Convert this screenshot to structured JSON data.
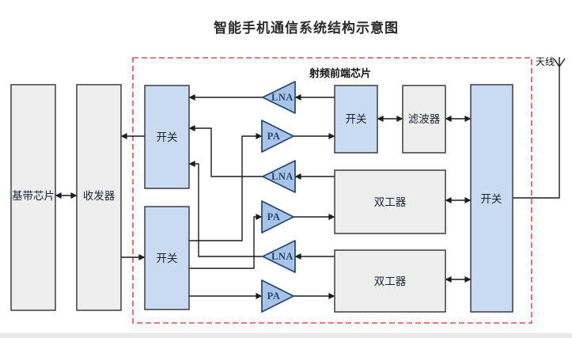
{
  "title": "智能手机通信系统结构示意图",
  "rf_frontend": {
    "label": "射频前端芯片",
    "antenna_label": "天线"
  },
  "blocks": {
    "baseband": {
      "label": "基带芯片"
    },
    "transceiver": {
      "label": "收发器"
    },
    "rx_switch": {
      "label": "开关"
    },
    "tx_switch": {
      "label": "开关"
    },
    "band_switch": {
      "label": "开关"
    },
    "antenna_switch": {
      "label": "开关"
    },
    "filter": {
      "label": "滤波器"
    },
    "duplexer_1": {
      "label": "双工器"
    },
    "duplexer_2": {
      "label": "双工器"
    },
    "lna_1": {
      "label": "LNA"
    },
    "lna_2": {
      "label": "LNA"
    },
    "lna_3": {
      "label": "LNA"
    },
    "pa_1": {
      "label": "PA"
    },
    "pa_2": {
      "label": "PA"
    },
    "pa_3": {
      "label": "PA"
    }
  },
  "colors": {
    "background": "#ffffff",
    "switch_fill": "#c9dbf2",
    "passive_fill": "#eeeeee",
    "amp_fill": "#a7c4e8",
    "amp_border": "#24456e",
    "box_border": "#3d3d3d",
    "wire": "#1c1c1c",
    "frontend_border": "#d05552",
    "text": "#1f2430"
  }
}
